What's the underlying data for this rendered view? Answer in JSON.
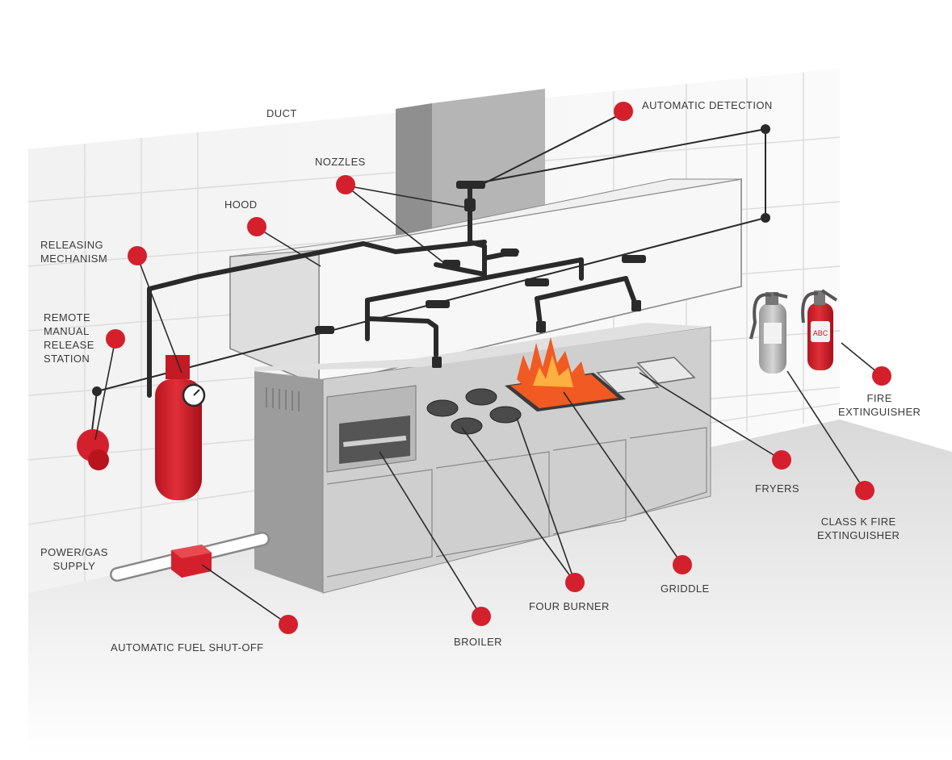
{
  "diagram": {
    "labels": {
      "duct": "DUCT",
      "automatic_detection": "AUTOMATIC DETECTION",
      "nozzles": "NOZZLES",
      "hood": "HOOD",
      "releasing_mechanism": [
        "RELEASING",
        "MECHANISM"
      ],
      "remote_manual_release_station": [
        "REMOTE",
        "MANUAL",
        "RELEASE",
        "STATION"
      ],
      "power_gas_supply": [
        "POWER/GAS",
        "SUPPLY"
      ],
      "automatic_fuel_shutoff": "AUTOMATIC FUEL SHUT-OFF",
      "broiler": "BROILER",
      "four_burner": "FOUR BURNER",
      "griddle": "GRIDDLE",
      "fryers": "FRYERS",
      "fire_extinguisher": [
        "FIRE",
        "EXTINGUISHER"
      ],
      "class_k_fire_extinguisher": [
        "CLASS K FIRE",
        "EXTINGUISHER"
      ],
      "abc_badge": "ABC"
    },
    "colors": {
      "callout_red": "#d4202c",
      "pipe": "#2a2a2a",
      "steel_light": "#e6e6e6",
      "steel_mid": "#c8c8c8",
      "steel_dark": "#9a9a9a",
      "flame": "#f15a22",
      "tile_line": "#dcdcdc",
      "label_text": "#3a3a3a"
    },
    "icons": [
      "flame-icon",
      "pressure-gauge-icon",
      "extinguisher-icon"
    ]
  }
}
